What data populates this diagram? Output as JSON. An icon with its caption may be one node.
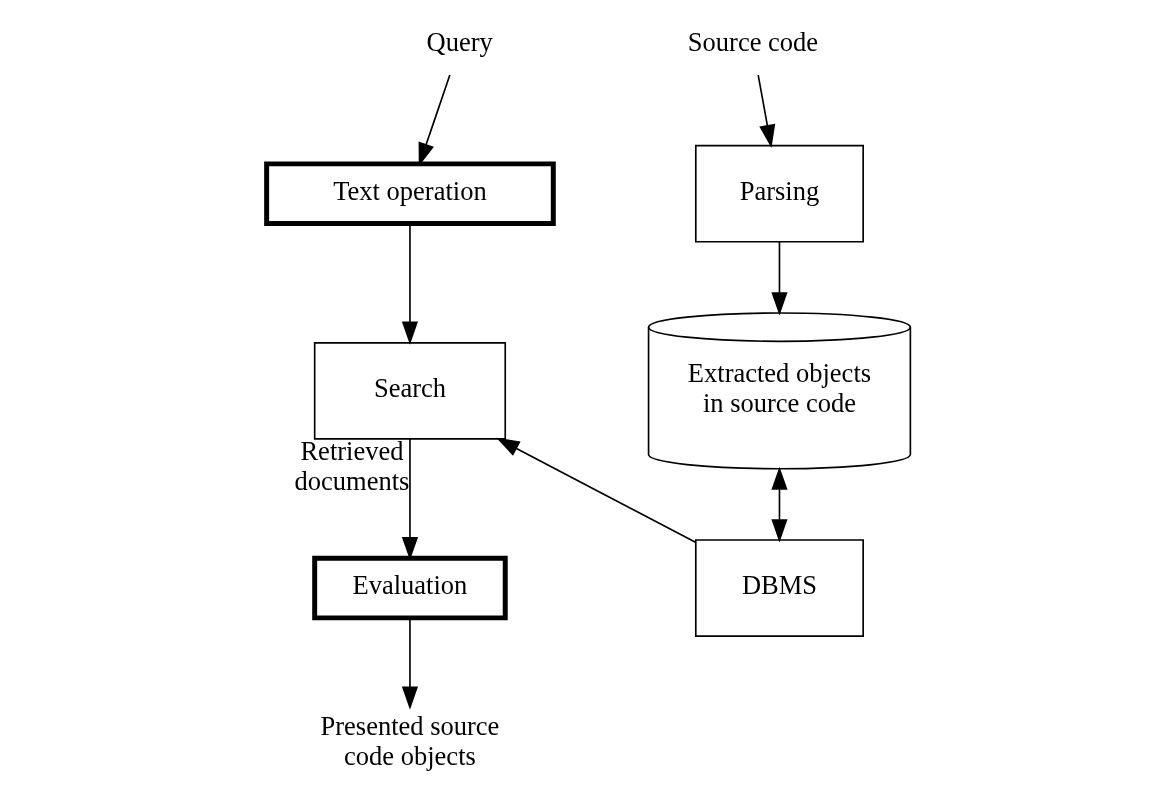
{
  "diagram": {
    "nodes": [
      {
        "text": [
          "Query"
        ]
      },
      {
        "text": [
          "Text operation"
        ]
      },
      {
        "text": [
          "Search"
        ]
      },
      {
        "text": [
          "Evaluation"
        ]
      },
      {
        "text": [
          "Presented source code objects"
        ]
      },
      {
        "text": [
          "Source code"
        ]
      },
      {
        "text": [
          "Parsing"
        ]
      },
      {
        "text": [
          "Extracted objects in source code"
        ]
      },
      {
        "text": [
          "DBMS"
        ]
      }
    ],
    "edges": [
      {
        "from": 0,
        "to": 1,
        "arrow": "to"
      },
      {
        "from": 1,
        "to": 2,
        "arrow": "to"
      },
      {
        "from": 2,
        "to": 3,
        "arrow": "to",
        "label": "Retrieved documents"
      },
      {
        "from": 3,
        "to": 4,
        "arrow": "to"
      },
      {
        "from": 5,
        "to": 6,
        "arrow": "to"
      },
      {
        "from": 6,
        "to": 7,
        "arrow": "to"
      },
      {
        "from": 7,
        "to": 8,
        "arrow": "both"
      },
      {
        "from": 8,
        "to": 2,
        "arrow": "to"
      }
    ]
  }
}
